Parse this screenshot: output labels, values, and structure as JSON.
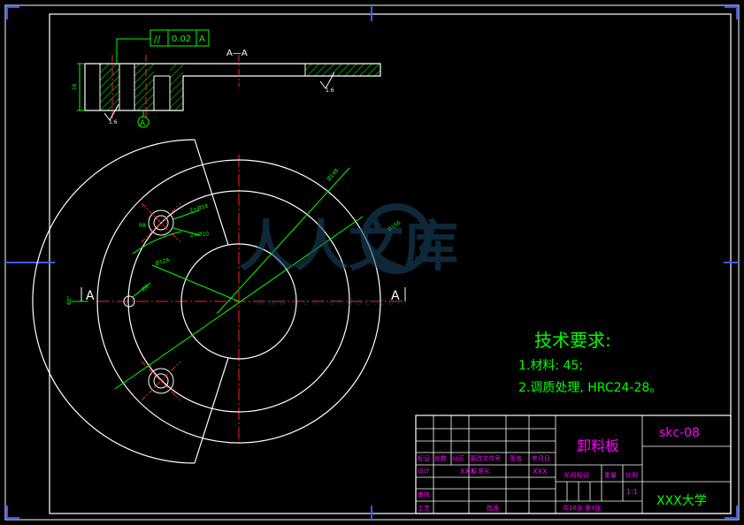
{
  "colors": {
    "background": "#000000",
    "outline": "#ffffff",
    "dimension": "#00ff00",
    "centerline": "#ff2020",
    "hatch": "#00ff00",
    "frame_marks": "#3a5bff",
    "title_block_text": "#ff00ff",
    "watermark": "#1a4a6a"
  },
  "section_view": {
    "label": "A—A",
    "gdt_symbol": "//",
    "gdt_tolerance": "0.02",
    "gdt_datum": "A",
    "datum_marker": "A",
    "roughness_left": "1.6",
    "roughness_right": "1.6",
    "height_dim": "16"
  },
  "plan_view": {
    "section_mark_left": "A",
    "section_mark_right": "A",
    "dim_outer_diameter": "Ø148",
    "dim_diameter_2": "Ø156",
    "dim_hole_1": "2×Ø18",
    "dim_hole_2": "2×Ø10",
    "dim_bolt_circle": "Ø128",
    "dim_pin": "Ø8",
    "dim_small_left": "R8",
    "dim_side": "60°"
  },
  "technical_requirements": {
    "title": "技术要求:",
    "items": [
      "1.材料: 45;",
      "2.调质处理, HRC24-28。"
    ]
  },
  "watermark": {
    "text": "人人文库",
    "url": "w w w . r e n r e n d o c . c o m"
  },
  "title_block": {
    "part_name": "卸料板",
    "drawing_no": "skc-08",
    "school": "XXX大学",
    "header_labels": [
      "标记",
      "处数",
      "分区",
      "更改文件号",
      "签名",
      "年月日"
    ],
    "row_design": "设计",
    "row_design_name": "XXX",
    "row_standard": "标准化",
    "row_standard_name": "XXX",
    "row_review": "审核",
    "row_process": "工艺",
    "row_approve": "批准",
    "stage_label": "阶段标记",
    "weight_label": "重量",
    "scale_label": "比例",
    "scale_value": "1:1",
    "sheet_info": "共18张 第9张"
  }
}
